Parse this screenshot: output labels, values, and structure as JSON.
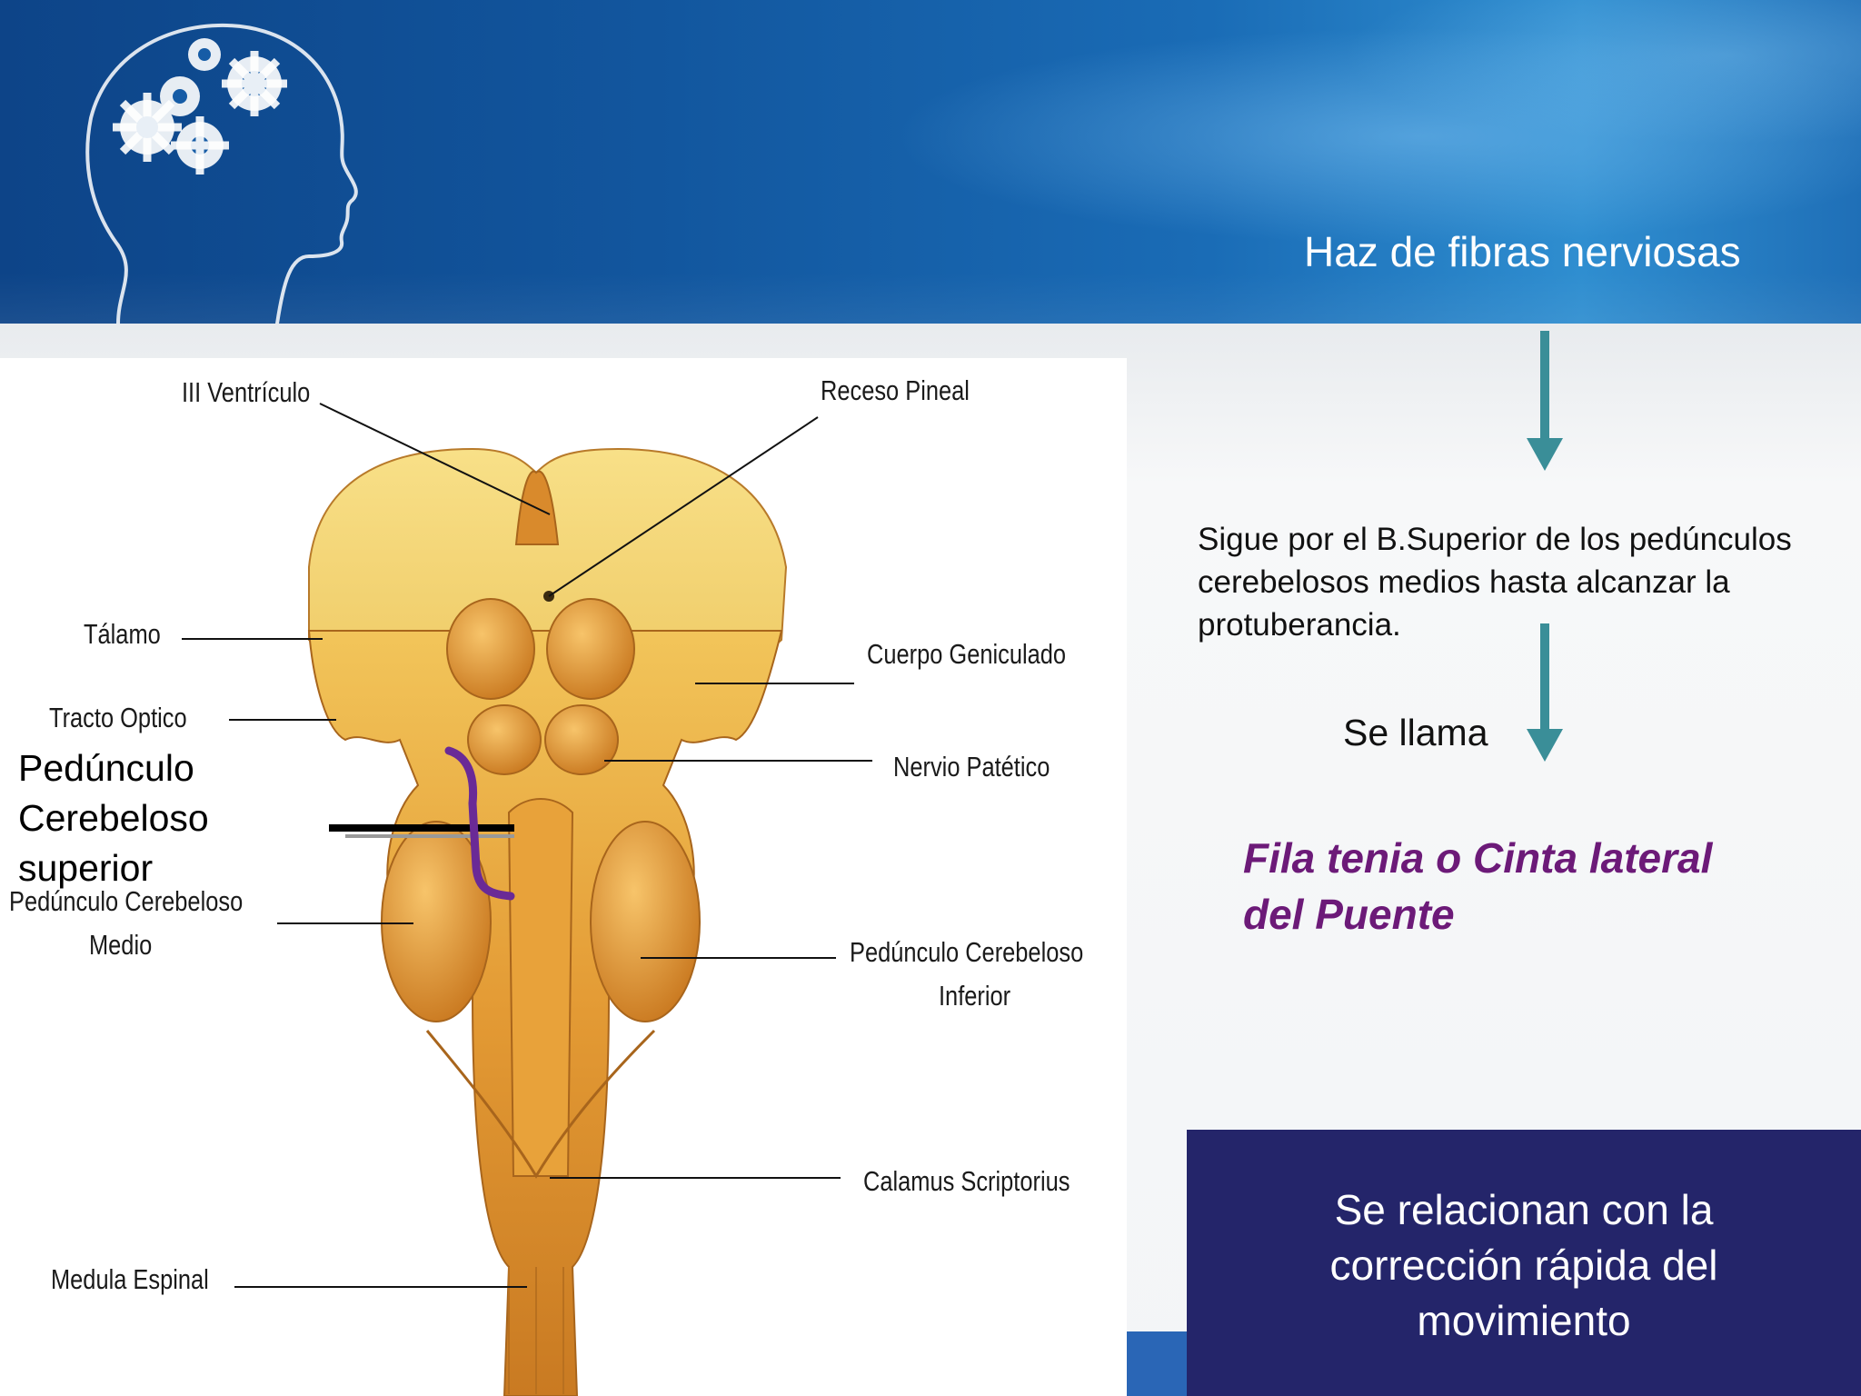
{
  "slide": {
    "title": "Haz de fibras nerviosas",
    "description_lines": [
      "Sigue por el B.Superior de los pedúnculos",
      "cerebelosos medios hasta alcanzar la",
      "protuberancia."
    ],
    "se_llama": "Se llama",
    "answer_lines": [
      "Fila tenia o Cinta lateral",
      "del Puente"
    ],
    "box_lines": [
      "Se relacionan con la",
      "corrección rápida del",
      "movimiento"
    ]
  },
  "figure": {
    "labels": {
      "iii_ventriculo": "III Ventrículo",
      "receso_pineal": "Receso Pineal",
      "talamo": "Tálamo",
      "cuerpo_geniculado": "Cuerpo Geniculado",
      "tracto_optico": "Tracto Optico",
      "nervio_patetico": "Nervio Patético",
      "ped_medio_1": "Pedúnculo Cerebeloso",
      "ped_medio_2": "Medio",
      "ped_inferior_1": "Pedúnculo Cerebeloso",
      "ped_inferior_2": "Inferior",
      "calamus": "Calamus Scriptorius",
      "medula": "Medula Espinal"
    },
    "ped_superior_lines": [
      "Pedúnculo",
      "Cerebeloso",
      "superior"
    ]
  },
  "colors": {
    "header_blue": "#12569e",
    "arrow_teal": "#3a8e98",
    "answer_purple": "#6c1a78",
    "box_navy": "#24256a",
    "brain_gold": "#e8a23a"
  }
}
